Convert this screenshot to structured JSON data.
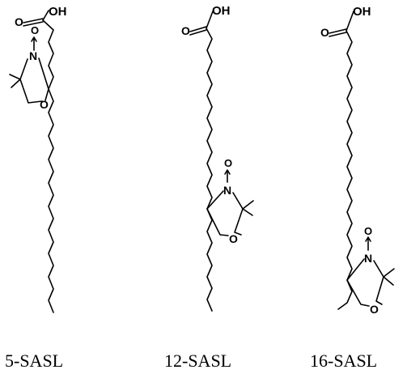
{
  "molecules": [
    {
      "caption": "5-SASL",
      "atoms": {
        "oh": "OH",
        "nitrogen": "N",
        "oxide": "O",
        "ring_oxygen": "O",
        "carbonyl": "O"
      }
    },
    {
      "caption": "12-SASL",
      "atoms": {
        "oh": "OH",
        "nitrogen": "N",
        "oxide": "O",
        "ring_oxygen": "O",
        "carbonyl": "O"
      }
    },
    {
      "caption": "16-SASL",
      "atoms": {
        "oh": "OH",
        "nitrogen": "N",
        "oxide": "O",
        "ring_oxygen": "O",
        "carbonyl": "O"
      }
    }
  ]
}
